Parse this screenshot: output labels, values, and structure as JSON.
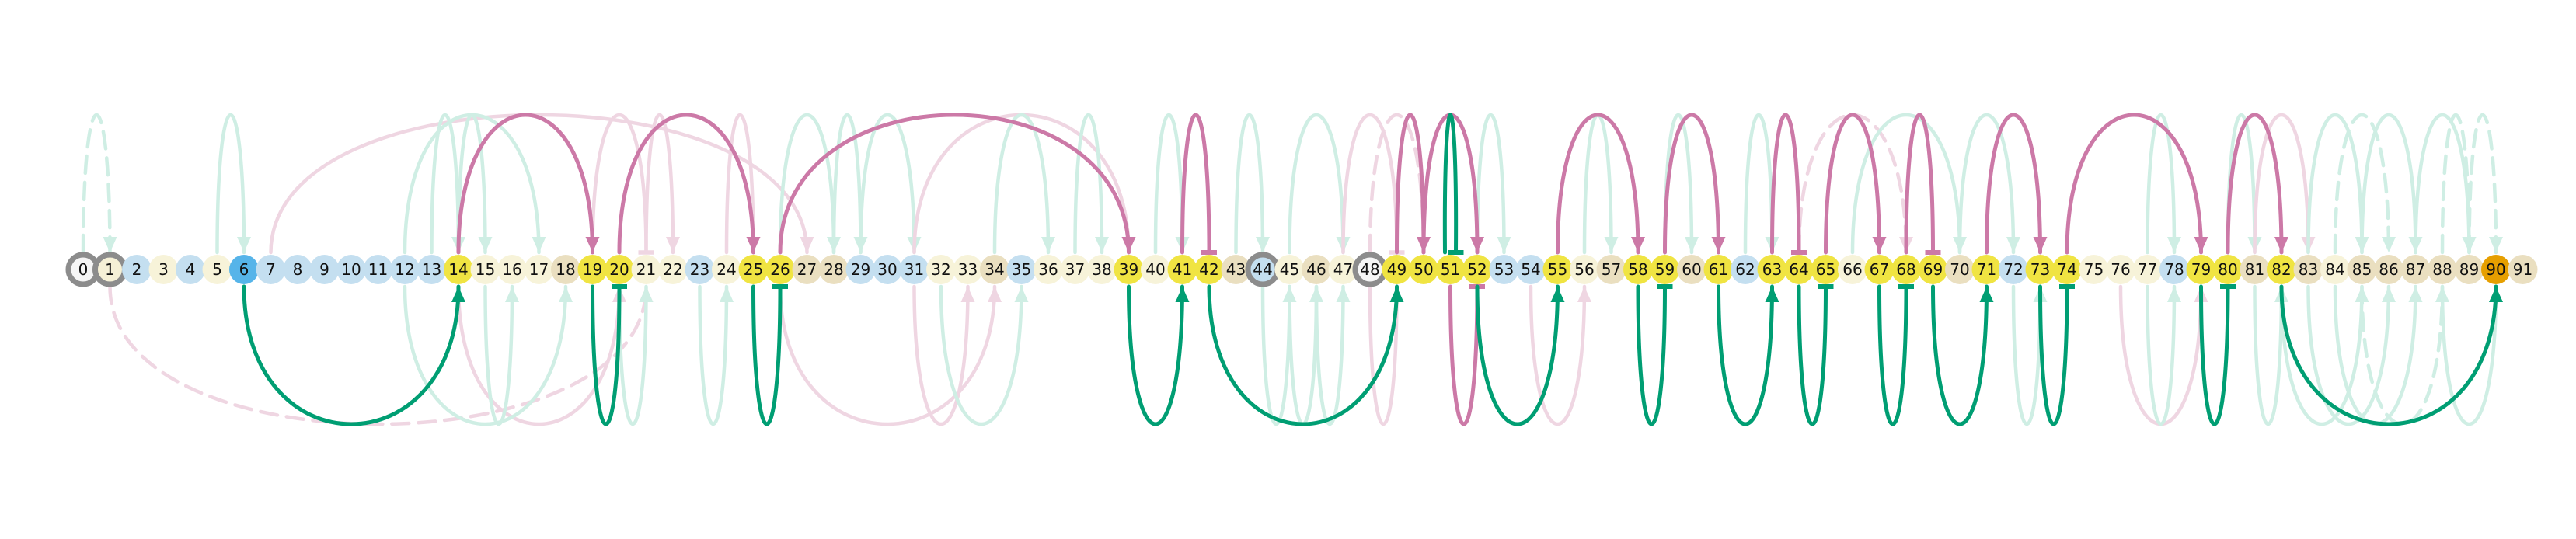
{
  "nodes": [
    {
      "label": "0",
      "fill": "#f5f5f5",
      "ring": true
    },
    {
      "label": "1",
      "fill": "#f5f0d6",
      "ring": true
    },
    {
      "label": "2",
      "fill": "#c4dff0"
    },
    {
      "label": "3",
      "fill": "#f7f3d9"
    },
    {
      "label": "4",
      "fill": "#c4dff0"
    },
    {
      "label": "5",
      "fill": "#f7f3d9"
    },
    {
      "label": "6",
      "fill": "#56b4e9"
    },
    {
      "label": "7",
      "fill": "#c4dff0"
    },
    {
      "label": "8",
      "fill": "#c4dff0"
    },
    {
      "label": "9",
      "fill": "#c4dff0"
    },
    {
      "label": "10",
      "fill": "#c4dff0"
    },
    {
      "label": "11",
      "fill": "#c4dff0"
    },
    {
      "label": "12",
      "fill": "#c4dff0"
    },
    {
      "label": "13",
      "fill": "#c4dff0"
    },
    {
      "label": "14",
      "fill": "#f0e442"
    },
    {
      "label": "15",
      "fill": "#f7f3d9"
    },
    {
      "label": "16",
      "fill": "#f7f3d9"
    },
    {
      "label": "17",
      "fill": "#f7f3d9"
    },
    {
      "label": "18",
      "fill": "#eadfc0"
    },
    {
      "label": "19",
      "fill": "#f0e442"
    },
    {
      "label": "20",
      "fill": "#f0e442"
    },
    {
      "label": "21",
      "fill": "#f7f3d9"
    },
    {
      "label": "22",
      "fill": "#f7f3d9"
    },
    {
      "label": "23",
      "fill": "#c4dff0"
    },
    {
      "label": "24",
      "fill": "#f7f3d9"
    },
    {
      "label": "25",
      "fill": "#f0e442"
    },
    {
      "label": "26",
      "fill": "#f0e442"
    },
    {
      "label": "27",
      "fill": "#eadfc0"
    },
    {
      "label": "28",
      "fill": "#eadfc0"
    },
    {
      "label": "29",
      "fill": "#c4dff0"
    },
    {
      "label": "30",
      "fill": "#c4dff0"
    },
    {
      "label": "31",
      "fill": "#c4dff0"
    },
    {
      "label": "32",
      "fill": "#f7f3d9"
    },
    {
      "label": "33",
      "fill": "#f7f3d9"
    },
    {
      "label": "34",
      "fill": "#eadfc0"
    },
    {
      "label": "35",
      "fill": "#c4dff0"
    },
    {
      "label": "36",
      "fill": "#f7f3d9"
    },
    {
      "label": "37",
      "fill": "#f7f3d9"
    },
    {
      "label": "38",
      "fill": "#f7f3d9"
    },
    {
      "label": "39",
      "fill": "#f0e442"
    },
    {
      "label": "40",
      "fill": "#f7f3d9"
    },
    {
      "label": "41",
      "fill": "#f0e442"
    },
    {
      "label": "42",
      "fill": "#f0e442"
    },
    {
      "label": "43",
      "fill": "#eadfc0"
    },
    {
      "label": "44",
      "fill": "#c4dff0",
      "ring": true
    },
    {
      "label": "45",
      "fill": "#f7f3d9"
    },
    {
      "label": "46",
      "fill": "#eadfc0"
    },
    {
      "label": "47",
      "fill": "#f7f3d9"
    },
    {
      "label": "48",
      "fill": "#f5f5f5",
      "ring": true
    },
    {
      "label": "49",
      "fill": "#f0e442"
    },
    {
      "label": "50",
      "fill": "#f0e442"
    },
    {
      "label": "51",
      "fill": "#f0e442"
    },
    {
      "label": "52",
      "fill": "#f0e442"
    },
    {
      "label": "53",
      "fill": "#c4dff0"
    },
    {
      "label": "54",
      "fill": "#c4dff0"
    },
    {
      "label": "55",
      "fill": "#f0e442"
    },
    {
      "label": "56",
      "fill": "#f7f3d9"
    },
    {
      "label": "57",
      "fill": "#eadfc0"
    },
    {
      "label": "58",
      "fill": "#f0e442"
    },
    {
      "label": "59",
      "fill": "#f0e442"
    },
    {
      "label": "60",
      "fill": "#eadfc0"
    },
    {
      "label": "61",
      "fill": "#f0e442"
    },
    {
      "label": "62",
      "fill": "#c4dff0"
    },
    {
      "label": "63",
      "fill": "#f0e442"
    },
    {
      "label": "64",
      "fill": "#f0e442"
    },
    {
      "label": "65",
      "fill": "#f0e442"
    },
    {
      "label": "66",
      "fill": "#f7f3d9"
    },
    {
      "label": "67",
      "fill": "#f0e442"
    },
    {
      "label": "68",
      "fill": "#f0e442"
    },
    {
      "label": "69",
      "fill": "#f0e442"
    },
    {
      "label": "70",
      "fill": "#eadfc0"
    },
    {
      "label": "71",
      "fill": "#f0e442"
    },
    {
      "label": "72",
      "fill": "#c4dff0"
    },
    {
      "label": "73",
      "fill": "#f0e442"
    },
    {
      "label": "74",
      "fill": "#f0e442"
    },
    {
      "label": "75",
      "fill": "#f7f3d9"
    },
    {
      "label": "76",
      "fill": "#f7f3d9"
    },
    {
      "label": "77",
      "fill": "#f7f3d9"
    },
    {
      "label": "78",
      "fill": "#c4dff0"
    },
    {
      "label": "79",
      "fill": "#f0e442"
    },
    {
      "label": "80",
      "fill": "#f0e442"
    },
    {
      "label": "81",
      "fill": "#eadfc0"
    },
    {
      "label": "82",
      "fill": "#f0e442"
    },
    {
      "label": "83",
      "fill": "#eadfc0"
    },
    {
      "label": "84",
      "fill": "#f7f3d9"
    },
    {
      "label": "85",
      "fill": "#eadfc0"
    },
    {
      "label": "86",
      "fill": "#eadfc0"
    },
    {
      "label": "87",
      "fill": "#eadfc0"
    },
    {
      "label": "88",
      "fill": "#eadfc0"
    },
    {
      "label": "89",
      "fill": "#eadfc0"
    },
    {
      "label": "90",
      "fill": "#e69f00"
    },
    {
      "label": "91",
      "fill": "#eadfc0"
    }
  ],
  "edges": [
    {
      "from": 0,
      "to": 1,
      "color": "#cfeee4",
      "side": "up",
      "dashed": true,
      "head": "arrow"
    },
    {
      "from": 5,
      "to": 6,
      "color": "#cfeee4",
      "side": "up",
      "head": "arrow"
    },
    {
      "from": 7,
      "to": 27,
      "color": "#efd6e2",
      "side": "up",
      "head": "arrow"
    },
    {
      "from": 12,
      "to": 17,
      "color": "#cfeee4",
      "side": "up",
      "head": "arrow"
    },
    {
      "from": 13,
      "to": 14,
      "color": "#cfeee4",
      "side": "up",
      "head": "arrow"
    },
    {
      "from": 14,
      "to": 15,
      "color": "#cfeee4",
      "side": "up",
      "head": "arrow"
    },
    {
      "from": 1,
      "to": 21,
      "color": "#efd6e2",
      "side": "down",
      "dashed": true,
      "head": "arrow"
    },
    {
      "from": 14,
      "to": 20,
      "color": "#efd6e2",
      "side": "down",
      "head": "arrow"
    },
    {
      "from": 12,
      "to": 18,
      "color": "#cfeee4",
      "side": "down",
      "head": "arrow"
    },
    {
      "from": 15,
      "to": 16,
      "color": "#cfeee4",
      "side": "down",
      "head": "arrow"
    },
    {
      "from": 19,
      "to": 21,
      "color": "#efd6e2",
      "side": "up",
      "head": "bar"
    },
    {
      "from": 21,
      "to": 22,
      "color": "#efd6e2",
      "side": "up",
      "head": "arrow"
    },
    {
      "from": 24,
      "to": 25,
      "color": "#efd6e2",
      "side": "up",
      "head": "arrow"
    },
    {
      "from": 26,
      "to": 28,
      "color": "#cfeee4",
      "side": "up",
      "head": "arrow"
    },
    {
      "from": 28,
      "to": 29,
      "color": "#cfeee4",
      "side": "up",
      "head": "arrow"
    },
    {
      "from": 29,
      "to": 31,
      "color": "#cfeee4",
      "side": "up",
      "head": "arrow"
    },
    {
      "from": 31,
      "to": 39,
      "color": "#efd6e2",
      "side": "up",
      "head": "arrow"
    },
    {
      "from": 34,
      "to": 36,
      "color": "#cfeee4",
      "side": "up",
      "head": "arrow"
    },
    {
      "from": 37,
      "to": 38,
      "color": "#cfeee4",
      "side": "up",
      "head": "arrow"
    },
    {
      "from": 20,
      "to": 21,
      "color": "#cfeee4",
      "side": "down",
      "head": "arrow"
    },
    {
      "from": 23,
      "to": 24,
      "color": "#cfeee4",
      "side": "down",
      "head": "arrow"
    },
    {
      "from": 26,
      "to": 34,
      "color": "#efd6e2",
      "side": "down",
      "head": "arrow"
    },
    {
      "from": 31,
      "to": 33,
      "color": "#efd6e2",
      "side": "down",
      "head": "arrow"
    },
    {
      "from": 32,
      "to": 35,
      "color": "#cfeee4",
      "side": "down",
      "head": "arrow"
    },
    {
      "from": 40,
      "to": 41,
      "color": "#cfeee4",
      "side": "up",
      "head": "arrow"
    },
    {
      "from": 43,
      "to": 44,
      "color": "#cfeee4",
      "side": "up",
      "head": "arrow"
    },
    {
      "from": 45,
      "to": 47,
      "color": "#cfeee4",
      "side": "up",
      "head": "arrow"
    },
    {
      "from": 47,
      "to": 49,
      "color": "#efd6e2",
      "side": "up",
      "head": "bar"
    },
    {
      "from": 48,
      "to": 50,
      "color": "#efd6e2",
      "side": "up",
      "dashed": true,
      "head": "arrow"
    },
    {
      "from": 52,
      "to": 53,
      "color": "#cfeee4",
      "side": "up",
      "head": "arrow"
    },
    {
      "from": 44,
      "to": 45,
      "color": "#cfeee4",
      "side": "down",
      "head": "arrow"
    },
    {
      "from": 45,
      "to": 46,
      "color": "#cfeee4",
      "side": "down",
      "head": "arrow"
    },
    {
      "from": 46,
      "to": 47,
      "color": "#cfeee4",
      "side": "down",
      "head": "arrow"
    },
    {
      "from": 48,
      "to": 49,
      "color": "#efd6e2",
      "side": "down",
      "head": "arrow"
    },
    {
      "from": 54,
      "to": 56,
      "color": "#efd6e2",
      "side": "down",
      "head": "arrow"
    },
    {
      "from": 56,
      "to": 57,
      "color": "#cfeee4",
      "side": "up",
      "head": "arrow"
    },
    {
      "from": 59,
      "to": 60,
      "color": "#cfeee4",
      "side": "up",
      "head": "arrow"
    },
    {
      "from": 62,
      "to": 63,
      "color": "#cfeee4",
      "side": "up",
      "head": "arrow"
    },
    {
      "from": 64,
      "to": 68,
      "color": "#efd6e2",
      "side": "up",
      "dashed": true,
      "head": "arrow"
    },
    {
      "from": 66,
      "to": 70,
      "color": "#cfeee4",
      "side": "up",
      "head": "arrow"
    },
    {
      "from": 70,
      "to": 72,
      "color": "#cfeee4",
      "side": "up",
      "head": "arrow"
    },
    {
      "from": 77,
      "to": 78,
      "color": "#cfeee4",
      "side": "up",
      "head": "arrow"
    },
    {
      "from": 72,
      "to": 73,
      "color": "#cfeee4",
      "side": "down",
      "head": "arrow"
    },
    {
      "from": 76,
      "to": 79,
      "color": "#efd6e2",
      "side": "down",
      "head": "arrow"
    },
    {
      "from": 77,
      "to": 78,
      "color": "#cfeee4",
      "side": "down",
      "head": "arrow"
    },
    {
      "from": 80,
      "to": 81,
      "color": "#cfeee4",
      "side": "up",
      "head": "arrow"
    },
    {
      "from": 81,
      "to": 83,
      "color": "#efd6e2",
      "side": "up",
      "head": "arrow"
    },
    {
      "from": 83,
      "to": 85,
      "color": "#cfeee4",
      "side": "up",
      "head": "arrow"
    },
    {
      "from": 84,
      "to": 86,
      "color": "#cfeee4",
      "side": "up",
      "dashed": true,
      "head": "arrow"
    },
    {
      "from": 85,
      "to": 87,
      "color": "#cfeee4",
      "side": "up",
      "head": "arrow"
    },
    {
      "from": 87,
      "to": 89,
      "color": "#cfeee4",
      "side": "up",
      "head": "arrow"
    },
    {
      "from": 88,
      "to": 89,
      "color": "#cfeee4",
      "side": "up",
      "dashed": true,
      "head": "arrow"
    },
    {
      "from": 89,
      "to": 90,
      "color": "#cfeee4",
      "side": "up",
      "dashed": true,
      "head": "arrow"
    },
    {
      "from": 81,
      "to": 82,
      "color": "#cfeee4",
      "side": "down",
      "head": "arrow"
    },
    {
      "from": 82,
      "to": 85,
      "color": "#cfeee4",
      "side": "down",
      "head": "arrow"
    },
    {
      "from": 83,
      "to": 86,
      "color": "#cfeee4",
      "side": "down",
      "head": "arrow"
    },
    {
      "from": 84,
      "to": 87,
      "color": "#cfeee4",
      "side": "down",
      "head": "arrow"
    },
    {
      "from": 85,
      "to": 88,
      "color": "#cfeee4",
      "side": "down",
      "dashed": true,
      "head": "arrow"
    },
    {
      "from": 88,
      "to": 90,
      "color": "#cfeee4",
      "side": "down",
      "head": "arrow"
    },
    {
      "from": 14,
      "to": 19,
      "color": "#cc79a7",
      "side": "up",
      "head": "arrow"
    },
    {
      "from": 20,
      "to": 25,
      "color": "#cc79a7",
      "side": "up",
      "head": "arrow"
    },
    {
      "from": 26,
      "to": 39,
      "color": "#cc79a7",
      "side": "up",
      "head": "arrow"
    },
    {
      "from": 41,
      "to": 42,
      "color": "#cc79a7",
      "side": "up",
      "head": "bar"
    },
    {
      "from": 49,
      "to": 50,
      "color": "#cc79a7",
      "side": "up",
      "head": "arrow"
    },
    {
      "from": 50,
      "to": 52,
      "color": "#cc79a7",
      "side": "up",
      "head": "arrow"
    },
    {
      "from": 51,
      "to": 51,
      "color": "#009e73",
      "side": "up",
      "head": "bar"
    },
    {
      "from": 55,
      "to": 58,
      "color": "#cc79a7",
      "side": "up",
      "head": "arrow"
    },
    {
      "from": 59,
      "to": 61,
      "color": "#cc79a7",
      "side": "up",
      "head": "arrow"
    },
    {
      "from": 63,
      "to": 64,
      "color": "#cc79a7",
      "side": "up",
      "head": "bar"
    },
    {
      "from": 65,
      "to": 67,
      "color": "#cc79a7",
      "side": "up",
      "head": "arrow"
    },
    {
      "from": 68,
      "to": 69,
      "color": "#cc79a7",
      "side": "up",
      "head": "bar"
    },
    {
      "from": 71,
      "to": 73,
      "color": "#cc79a7",
      "side": "up",
      "head": "arrow"
    },
    {
      "from": 74,
      "to": 79,
      "color": "#cc79a7",
      "side": "up",
      "head": "arrow"
    },
    {
      "from": 80,
      "to": 82,
      "color": "#cc79a7",
      "side": "up",
      "head": "arrow"
    },
    {
      "from": 6,
      "to": 14,
      "color": "#009e73",
      "side": "down",
      "head": "arrow"
    },
    {
      "from": 19,
      "to": 20,
      "color": "#009e73",
      "side": "down",
      "head": "bar"
    },
    {
      "from": 25,
      "to": 26,
      "color": "#009e73",
      "side": "down",
      "head": "bar"
    },
    {
      "from": 39,
      "to": 41,
      "color": "#009e73",
      "side": "down",
      "head": "arrow"
    },
    {
      "from": 42,
      "to": 49,
      "color": "#009e73",
      "side": "down",
      "head": "arrow"
    },
    {
      "from": 51,
      "to": 52,
      "color": "#cc79a7",
      "side": "down",
      "head": "bar"
    },
    {
      "from": 52,
      "to": 55,
      "color": "#009e73",
      "side": "down",
      "head": "arrow"
    },
    {
      "from": 58,
      "to": 59,
      "color": "#009e73",
      "side": "down",
      "head": "bar"
    },
    {
      "from": 61,
      "to": 63,
      "color": "#009e73",
      "side": "down",
      "head": "arrow"
    },
    {
      "from": 64,
      "to": 65,
      "color": "#009e73",
      "side": "down",
      "head": "bar"
    },
    {
      "from": 67,
      "to": 68,
      "color": "#009e73",
      "side": "down",
      "head": "bar"
    },
    {
      "from": 69,
      "to": 71,
      "color": "#009e73",
      "side": "down",
      "head": "arrow"
    },
    {
      "from": 73,
      "to": 74,
      "color": "#009e73",
      "side": "down",
      "head": "bar"
    },
    {
      "from": 79,
      "to": 80,
      "color": "#009e73",
      "side": "down",
      "head": "bar"
    },
    {
      "from": 82,
      "to": 90,
      "color": "#009e73",
      "side": "down",
      "head": "arrow"
    }
  ]
}
